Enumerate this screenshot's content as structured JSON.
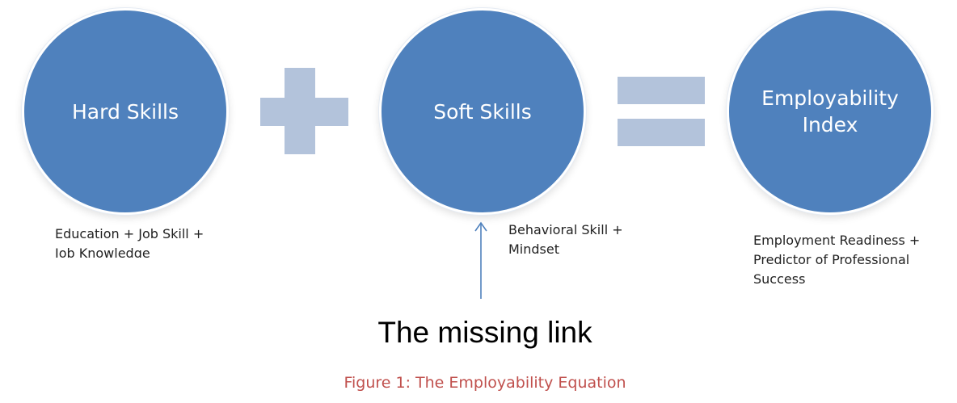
{
  "colors": {
    "circle_fill": "#4f81bd",
    "operator_fill": "#b3c3db",
    "arrow": "#4f81bd",
    "caption": "#c0504d"
  },
  "circles": [
    {
      "label": "Hard Skills"
    },
    {
      "label": "Soft Skills"
    },
    {
      "label": "Employability Index"
    }
  ],
  "notes": {
    "hard": "Education + Job Skill +\nJob Knowledge",
    "soft": "Behavioral Skill +\nMindset",
    "index": "Employment Readiness +\nPredictor of Professional\nSuccess"
  },
  "operators": {
    "plus": "plus-sign",
    "equals": "equals-sign"
  },
  "missing_link": "The missing link",
  "caption": "Figure 1: The Employability Equation"
}
